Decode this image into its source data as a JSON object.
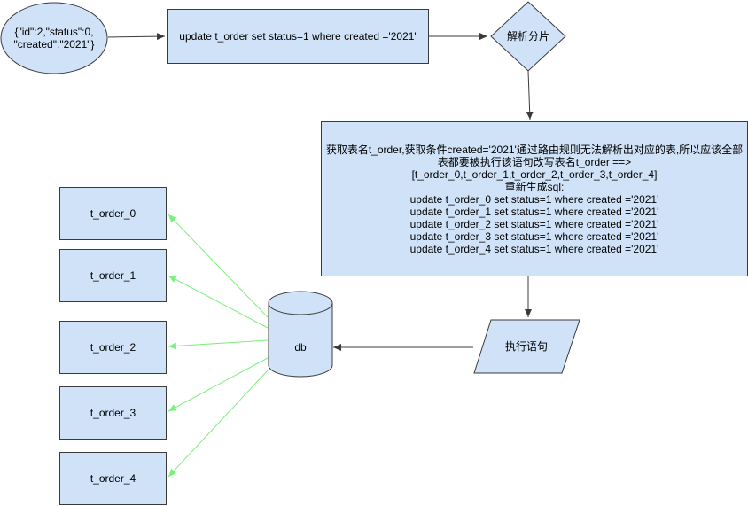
{
  "nodes": {
    "json_record": "{\"id\":2,\"status\":0,\n\"created\":\"2021\"}",
    "update_sql": "update t_order set status=1 where created ='2021'",
    "parse_shard": "解析分片",
    "explanation": [
      "获取表名t_order,获取条件created='2021'通过路由规则无法解析出对应的表,所以应该全部",
      "表都要被执行该语句改写表名t_order ==>",
      "[t_order_0,t_order_1,t_order_2,t_order_3,t_order_4]",
      "重新生成sql:",
      "update t_order_0 set status=1 where created ='2021'",
      "update t_order_1 set status=1 where created ='2021'",
      "update t_order_2 set status=1 where created ='2021'",
      "update t_order_3 set status=1 where created ='2021'",
      "update t_order_4 set status=1 where created ='2021'"
    ],
    "execute": "执行语句",
    "db": "db",
    "tables": [
      "t_order_0",
      "t_order_1",
      "t_order_2",
      "t_order_3",
      "t_order_4"
    ]
  },
  "colors": {
    "fill": "#cfe2f7",
    "stroke": "#3b3b3b",
    "flow_arrow": "#3b3b3b",
    "table_arrow": "#7cf07c"
  }
}
